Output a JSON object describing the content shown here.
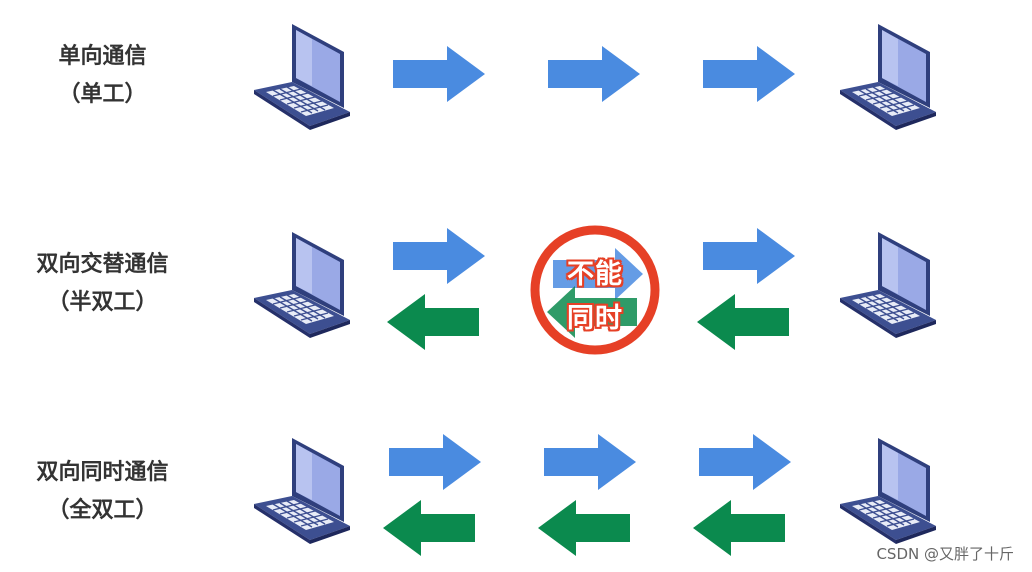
{
  "rows": [
    {
      "label_line1": "单向通信",
      "label_line2": "（单工）"
    },
    {
      "label_line1": "双向交替通信",
      "label_line2": "（半双工）"
    },
    {
      "label_line1": "双向同时通信",
      "label_line2": "（全双工）"
    }
  ],
  "forbid_badge": {
    "line1": "不能",
    "line2": "同时"
  },
  "watermark": "CSDN @又胖了十斤",
  "colors": {
    "forward_arrow": "#4a8be0",
    "backward_arrow": "#0b8a4e",
    "laptop_body": "#3d4f91",
    "laptop_screen": "#9aa9e6",
    "forbid_ring": "#e64026",
    "label_text": "#333333"
  },
  "icons": [
    "laptop-icon",
    "arrow-right-icon",
    "arrow-left-icon",
    "prohibited-icon"
  ]
}
